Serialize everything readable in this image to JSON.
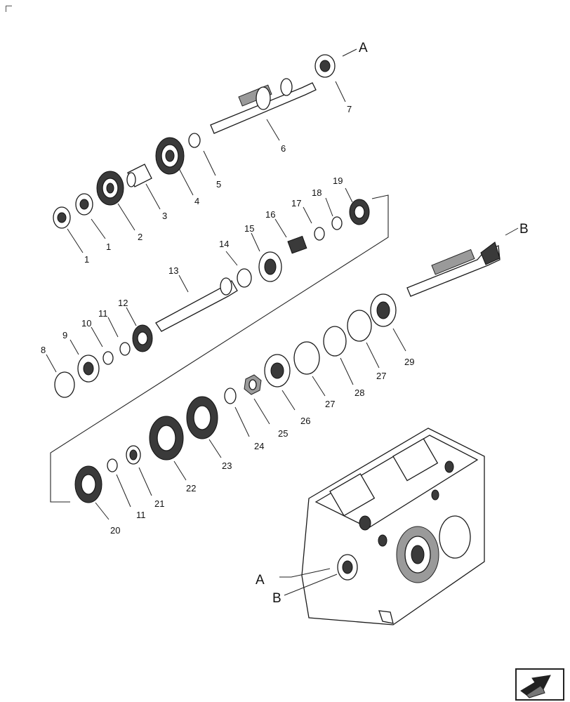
{
  "diagram": {
    "ref_labels": [
      "A",
      "B",
      "A",
      "B"
    ],
    "callouts": [
      "1",
      "1",
      "2",
      "3",
      "4",
      "5",
      "6",
      "7",
      "8",
      "9",
      "10",
      "11",
      "12",
      "13",
      "14",
      "15",
      "16",
      "17",
      "18",
      "19",
      "20",
      "11",
      "21",
      "22",
      "23",
      "24",
      "25",
      "26",
      "27",
      "28",
      "27",
      "29"
    ]
  },
  "navigation": {
    "icon": "arrow-icon"
  }
}
